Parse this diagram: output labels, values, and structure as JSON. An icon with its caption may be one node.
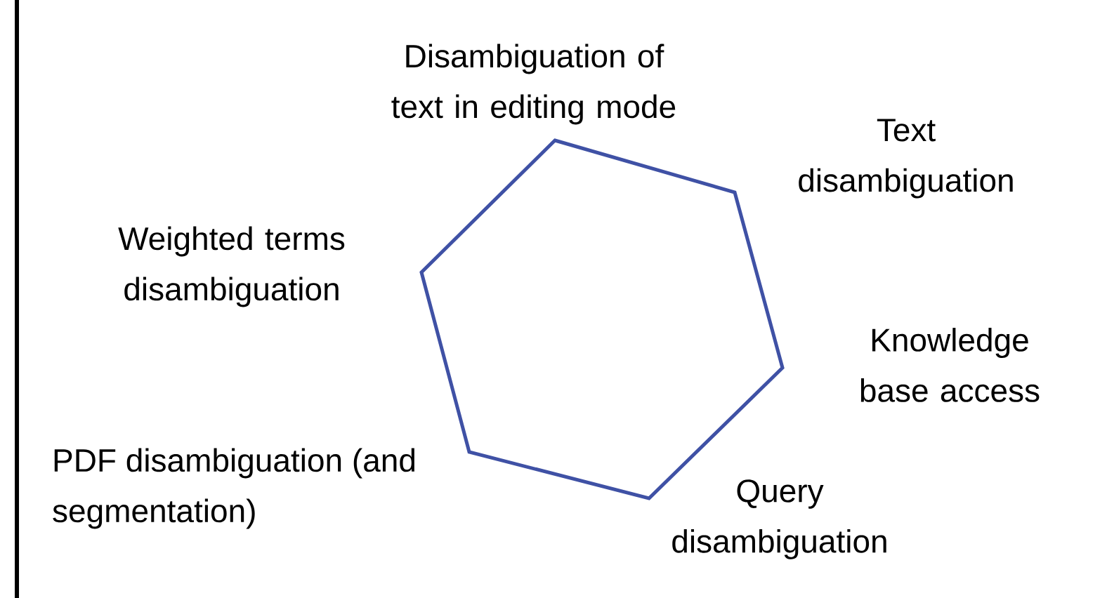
{
  "diagram": {
    "nodes": [
      {
        "text": [],
        "shape": "hexagon"
      }
    ],
    "labels": [
      "Disambiguation of text in editing mode",
      "Text disambiguation",
      "Weighted terms disambiguation",
      "Knowledge base access",
      "PDF disambiguation (and segmentation)",
      "Query disambiguation"
    ]
  }
}
